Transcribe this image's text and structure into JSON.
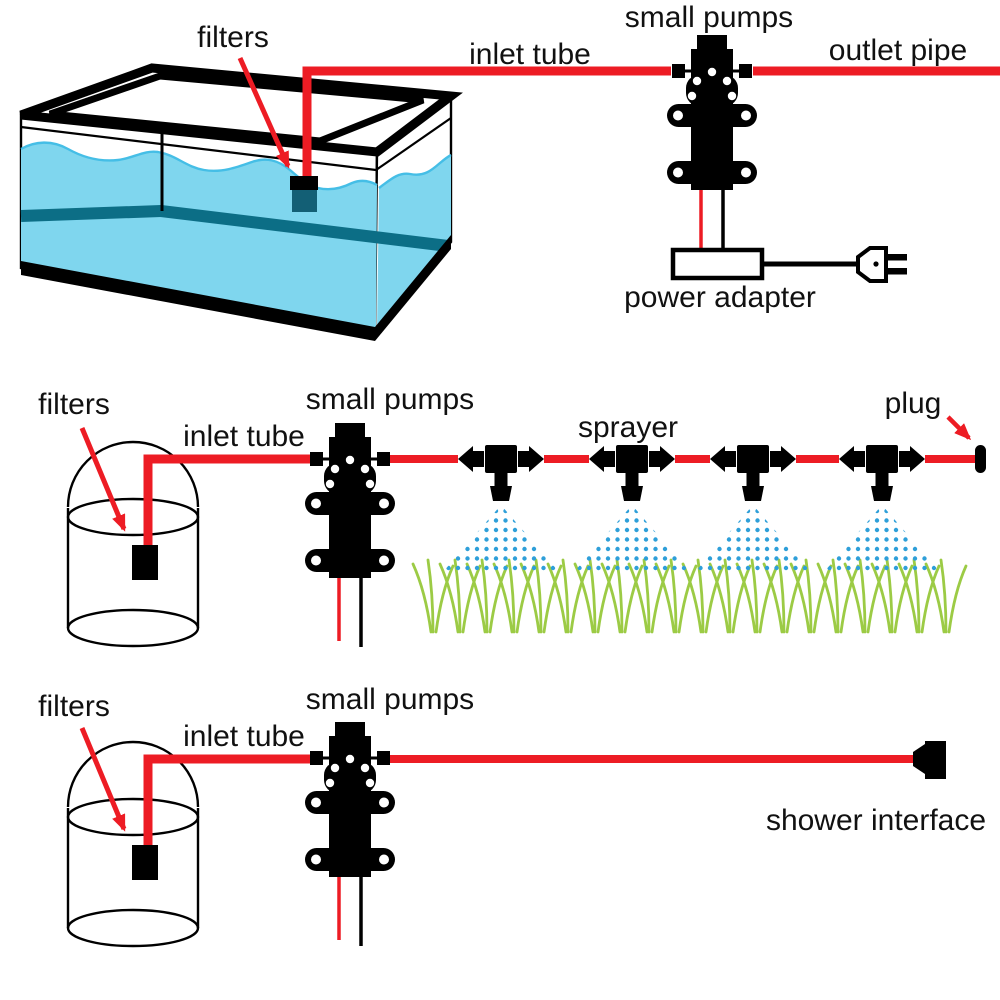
{
  "labels": {
    "aquarium": {
      "filters": "filters",
      "inlet_tube": "inlet tube",
      "small_pumps": "small pumps",
      "outlet_pipe": "outlet pipe",
      "power_adapter": "power adapter"
    },
    "irrigation": {
      "filters": "filters",
      "inlet_tube": "inlet tube",
      "small_pumps": "small pumps",
      "sprayer": "sprayer",
      "plug": "plug"
    },
    "shower": {
      "filters": "filters",
      "inlet_tube": "inlet tube",
      "small_pumps": "small pumps",
      "shower_interface": "shower interface"
    }
  },
  "colors": {
    "tube_red": "#ED1C24",
    "water_blue": "#7FD6EE",
    "water_edge_blue": "#45BEE6",
    "deep_teal": "#0C6E86",
    "mist_blue": "#2E9FD9",
    "grass_green": "#9CCB45",
    "component_black": "#000000"
  }
}
